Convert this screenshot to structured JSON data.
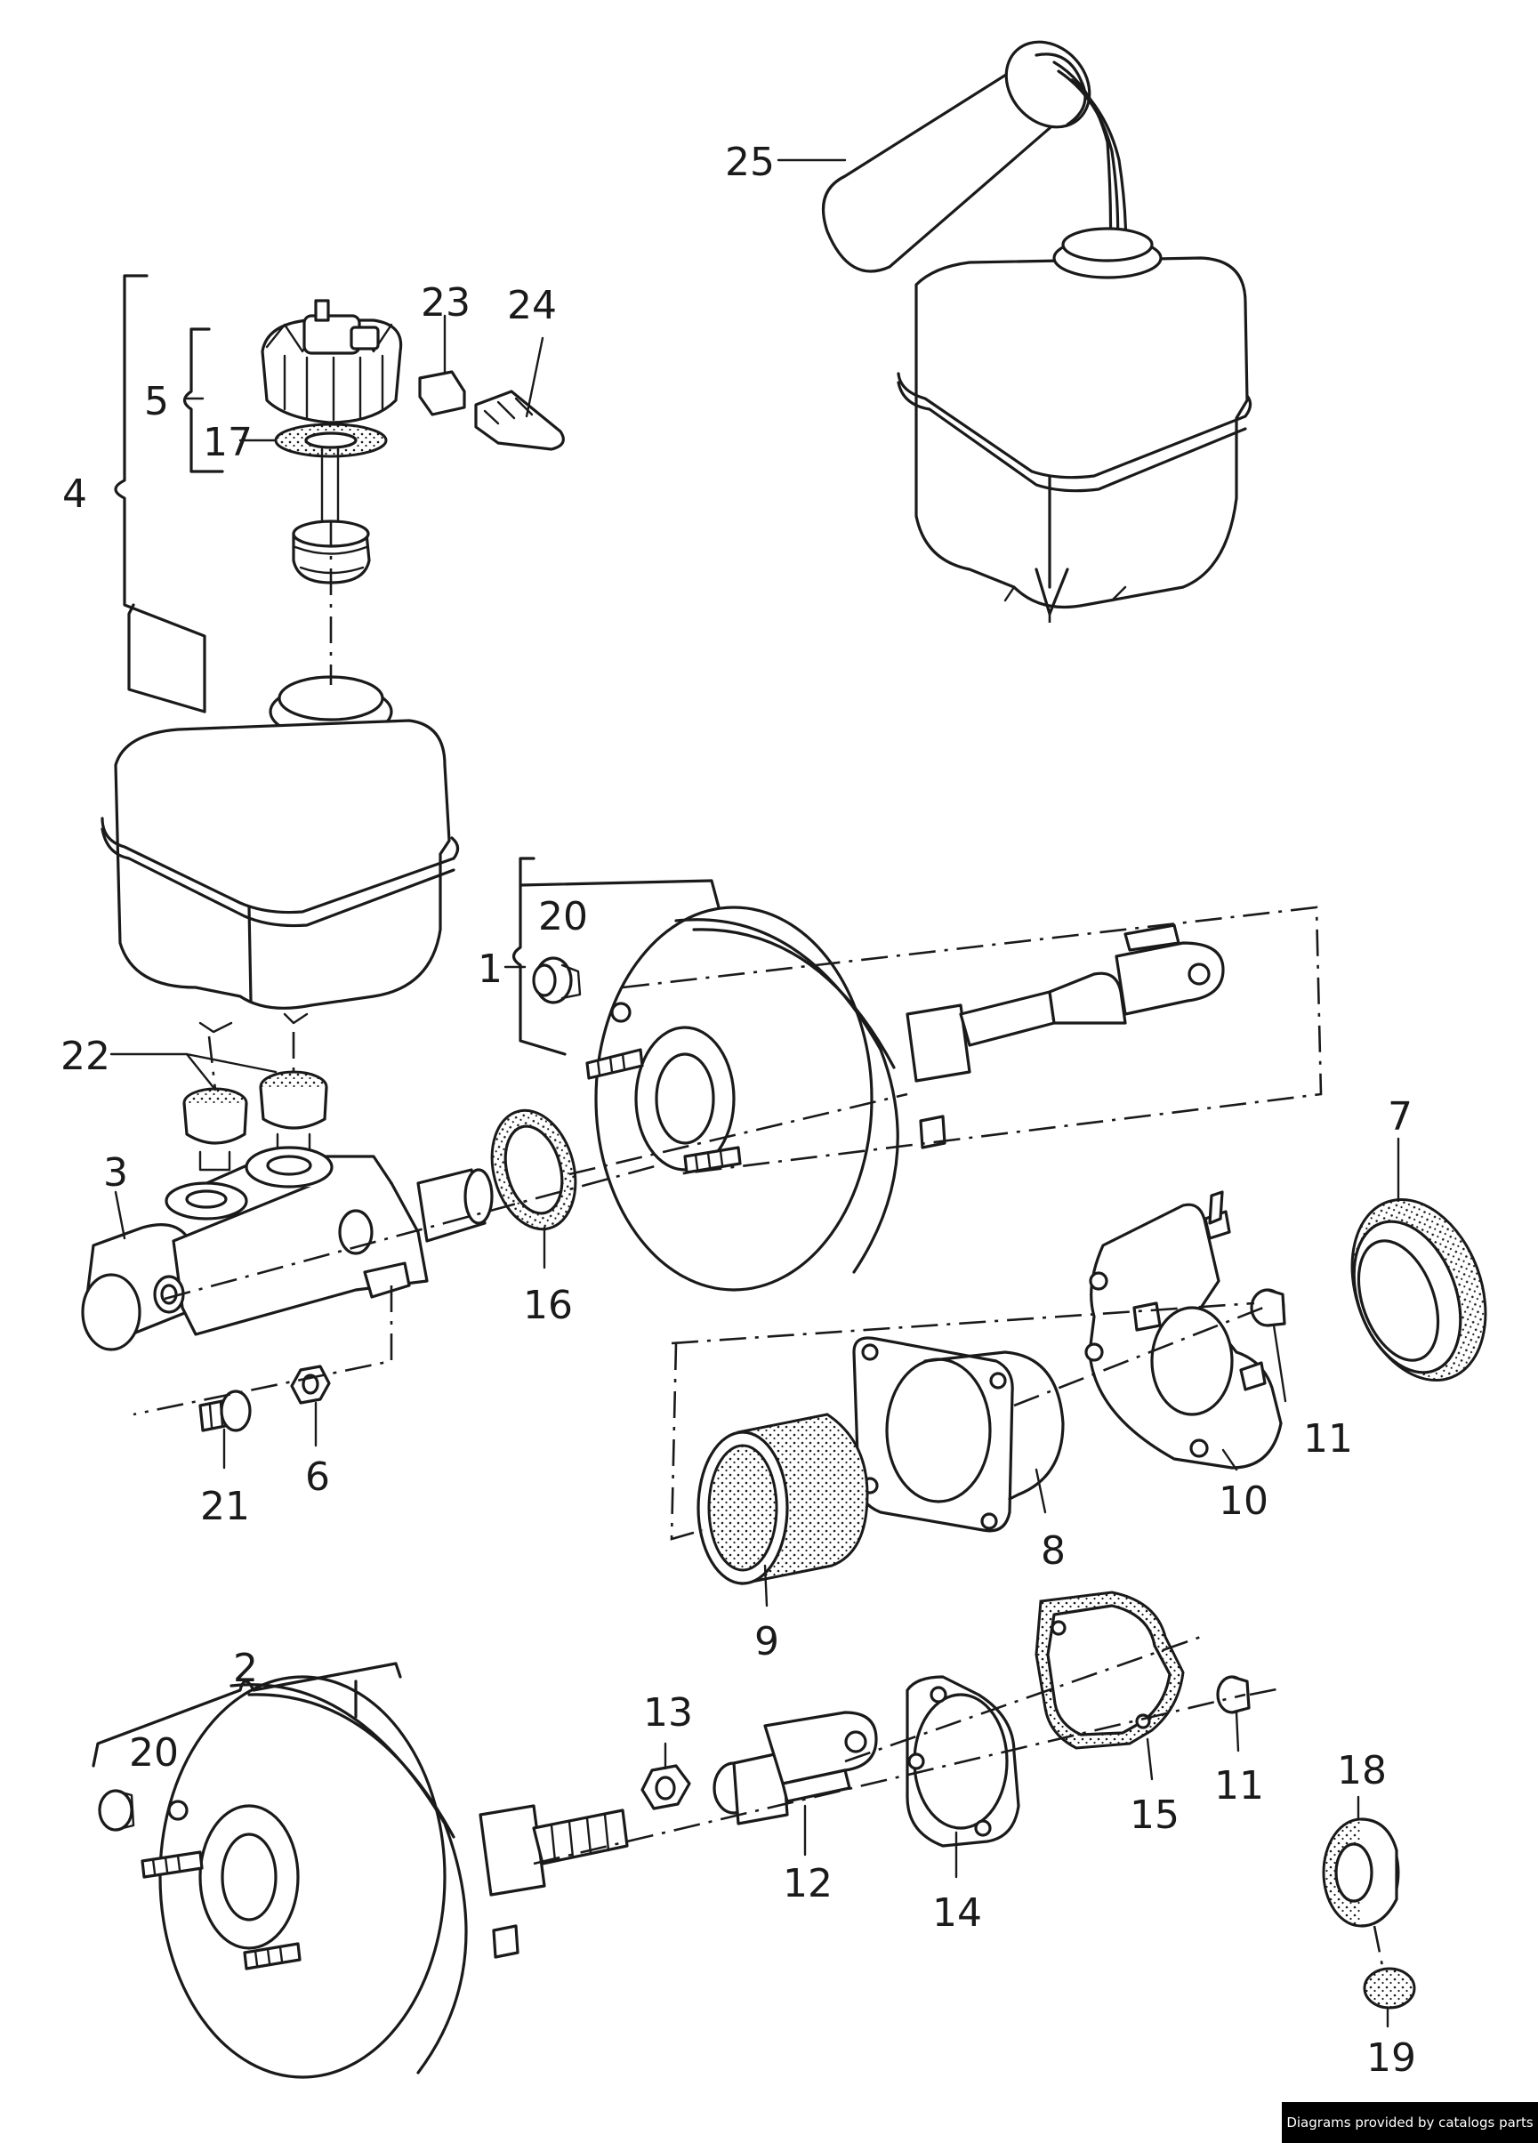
{
  "labels": {
    "l1": "1",
    "l2": "2",
    "l3": "3",
    "l4": "4",
    "l5": "5",
    "l6": "6",
    "l7": "7",
    "l8": "8",
    "l9": "9",
    "l10": "10",
    "l11a": "11",
    "l11b": "11",
    "l12": "12",
    "l13": "13",
    "l14": "14",
    "l15": "15",
    "l16": "16",
    "l17": "17",
    "l18": "18",
    "l19": "19",
    "l20a": "20",
    "l20b": "20",
    "l21": "21",
    "l22": "22",
    "l23": "23",
    "l24": "24",
    "l25": "25"
  },
  "credit": "Diagrams provided by catalogs parts"
}
